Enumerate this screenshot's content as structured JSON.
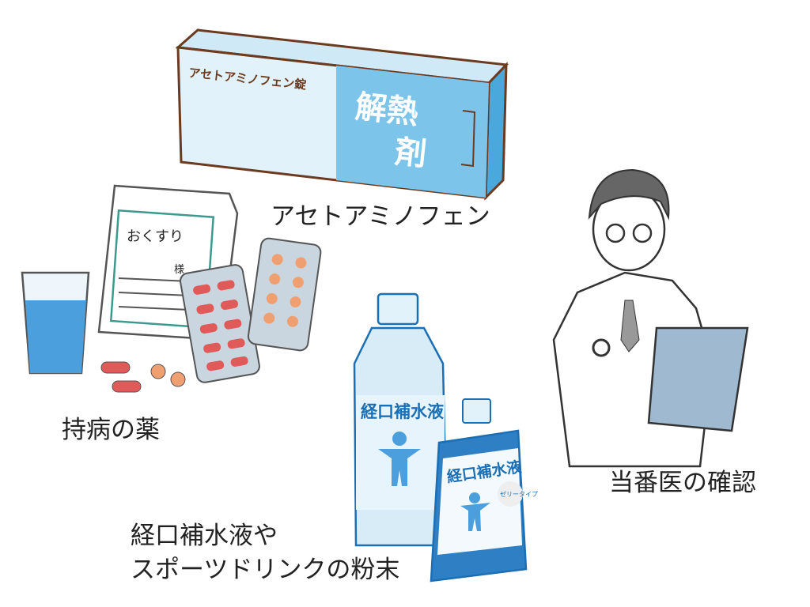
{
  "box": {
    "brand": "アセトアミノフェン錠",
    "big1": "解熱",
    "big2": "剤"
  },
  "bag": {
    "title": "おくすり",
    "suffix": "様"
  },
  "bottle": {
    "label": "経口補水液"
  },
  "pouch": {
    "label": "経口補水液",
    "badge": "ゼリータイプ"
  },
  "captions": {
    "acetaminophen": "アセトアミノフェン",
    "chronic": "持病の薬",
    "ors_line1": "経口補水液や",
    "ors_line2": "スポーツドリンクの粉末",
    "doctor": "当番医の確認"
  },
  "colors": {
    "box_blue": "#7cc4ea",
    "outline": "#6b3a1f",
    "liquid": "#4a9fdc",
    "pill_red": "#e05a5a",
    "teal": "#3b9a8e"
  }
}
